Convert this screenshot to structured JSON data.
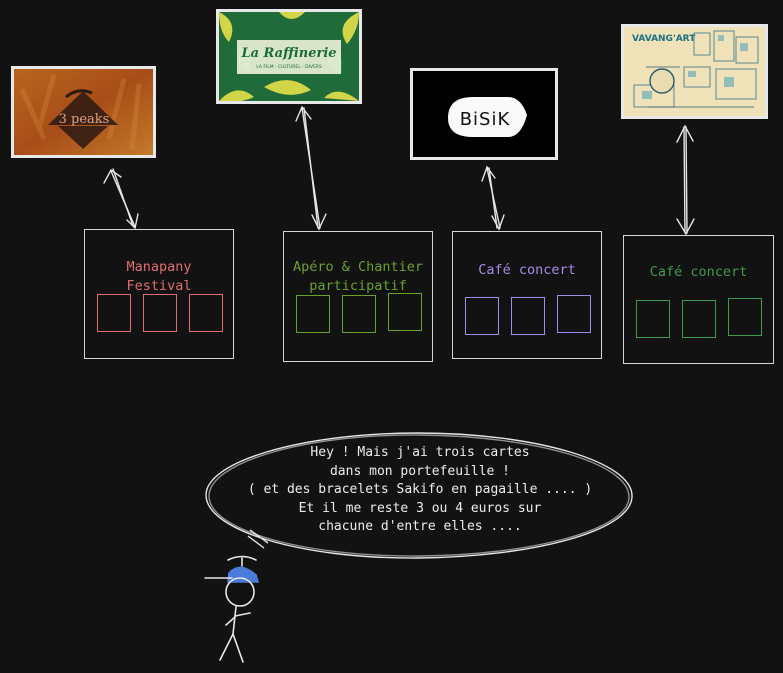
{
  "venues": [
    {
      "id": "manapany",
      "title_lines": [
        "Manapany",
        "Festival"
      ],
      "color": "#e06c6c",
      "logo_text": "3 peaks"
    },
    {
      "id": "raffinerie",
      "title_lines": [
        "Apéro & Chantier",
        "participatif"
      ],
      "color": "#6aa02c",
      "logo_title": "La Raffinerie",
      "logo_subtitle": "LA FILM · CULTUREL · DIVERS"
    },
    {
      "id": "bisik",
      "title_lines": [
        "Café concert"
      ],
      "color": "#a58be8",
      "logo_text": "BiSiK"
    },
    {
      "id": "vavang",
      "title_lines": [
        "Café concert"
      ],
      "color": "#3f9a4f",
      "logo_title": "VAVANG'ART"
    }
  ],
  "slots_per_card": 3,
  "speech_lines": [
    "Hey ! Mais j'ai trois cartes",
    "dans mon portefeuille !",
    "( et des bracelets Sakifo en pagaille .... )",
    "Et il me reste 3 ou 4 euros sur",
    "chacune d'entre elles ...."
  ],
  "figure": {
    "icon": "stick-figure-with-propeller-cap",
    "cap_color": "#4a7bd8"
  }
}
